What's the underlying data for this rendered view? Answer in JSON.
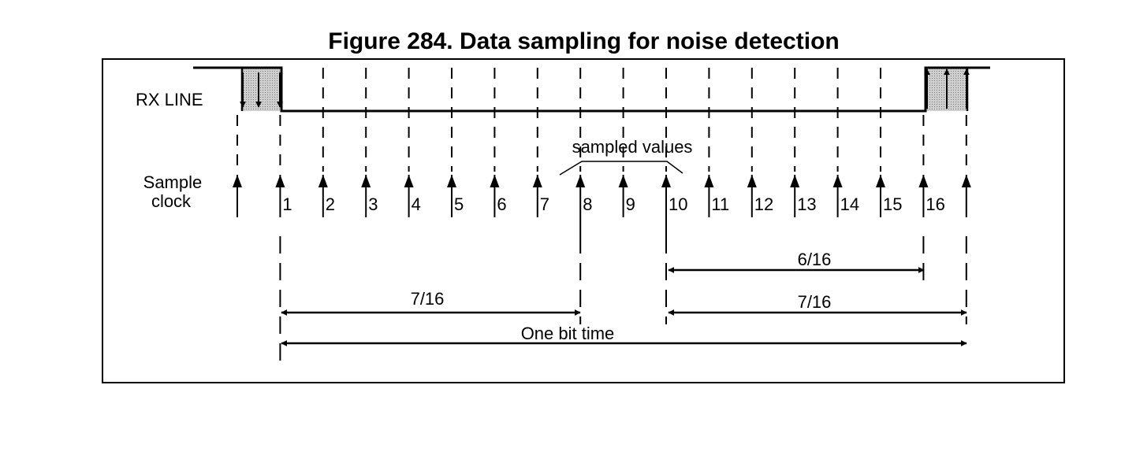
{
  "figure": {
    "title": "Figure 284. Data sampling for noise detection"
  },
  "labels": {
    "rx_line": "RX LINE",
    "sample_clock": [
      "Sample",
      "clock"
    ],
    "sampled_values": "sampled values",
    "interval_7_16_left": "7/16",
    "interval_6_16": "6/16",
    "interval_7_16_right": "7/16",
    "one_bit_time": "One bit time"
  },
  "sample_clock": {
    "numbers": [
      "1",
      "2",
      "3",
      "4",
      "5",
      "6",
      "7",
      "8",
      "9",
      "10",
      "11",
      "12",
      "13",
      "14",
      "15",
      "16"
    ]
  },
  "colors": {
    "line": "#000000",
    "shading": "#bdbdbd"
  }
}
